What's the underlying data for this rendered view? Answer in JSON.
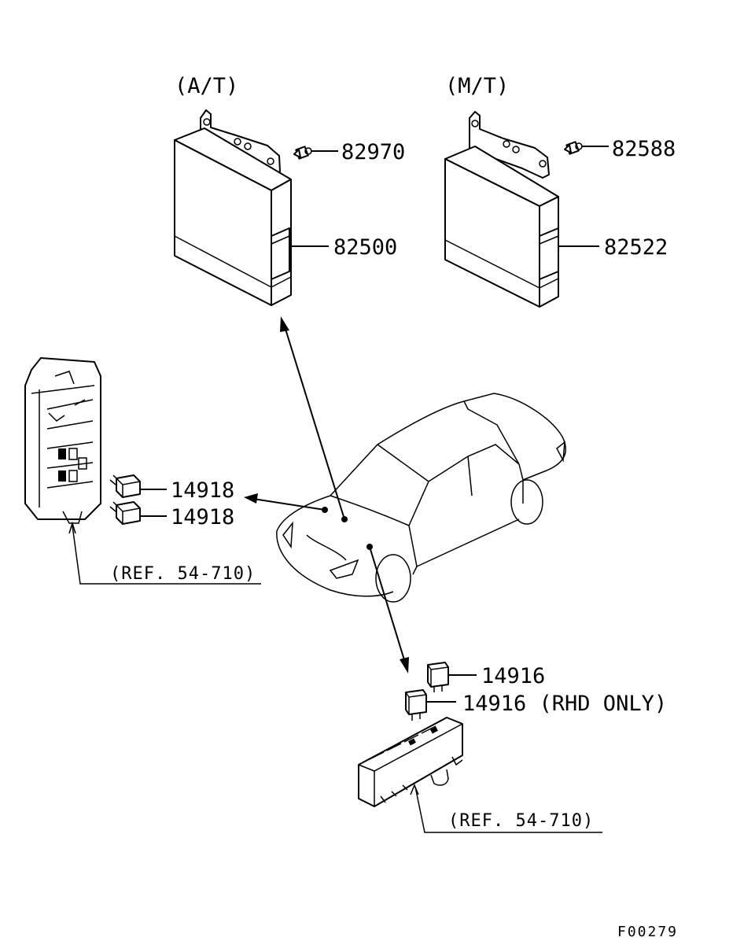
{
  "labels": {
    "at": "(A/T)",
    "mt": "(M/T)",
    "p82970": "82970",
    "p82500": "82500",
    "p82588": "82588",
    "p82522": "82522",
    "p14918a": "14918",
    "p14918b": "14918",
    "p14916a": "14916",
    "p14916b": "14916 (RHD ONLY)",
    "ref_left": "(REF. 54-710)",
    "ref_right": "(REF. 54-710)",
    "figure_code": "F00279"
  },
  "icons": {
    "ecu_at": "ecu-module-icon",
    "ecu_mt": "ecu-module-icon",
    "bolt": "bolt-icon",
    "relay": "relay-icon",
    "fuse_box": "junction-block-icon",
    "vehicle": "sedan-car-icon"
  }
}
